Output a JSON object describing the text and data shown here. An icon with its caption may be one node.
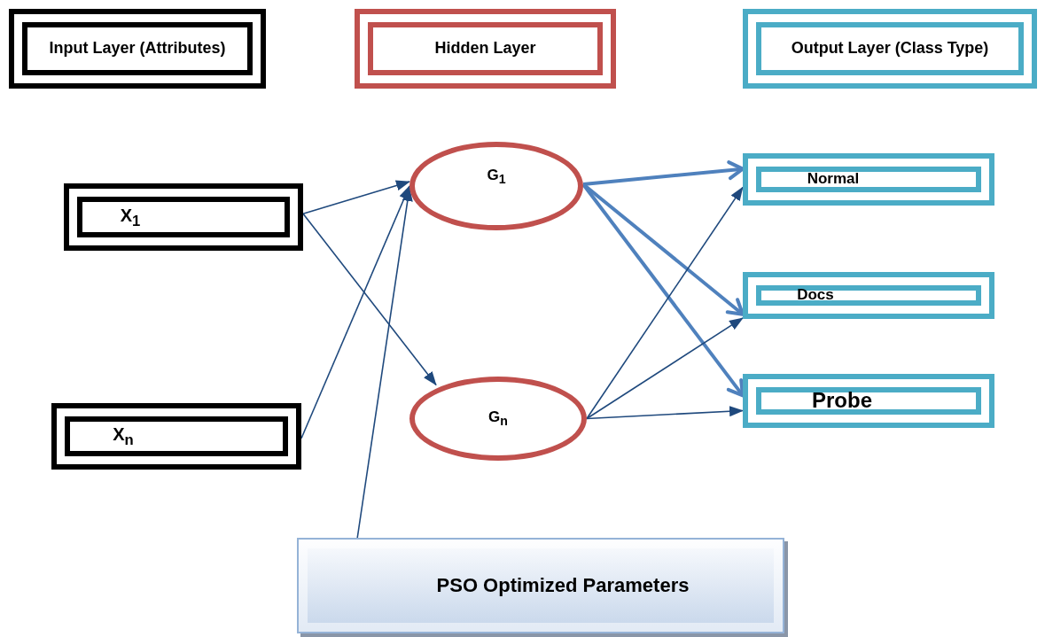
{
  "diagram": {
    "nodes": [
      {
        "text": [
          "Input Layer (Attributes)"
        ]
      },
      {
        "text": [
          "Hidden Layer"
        ]
      },
      {
        "text": [
          "Output Layer (Class Type)"
        ]
      },
      {
        "text": [
          "X$_{1}$"
        ]
      },
      {
        "text": [
          "X$_{n}$"
        ]
      },
      {
        "text": [
          "G$_{1}$"
        ]
      },
      {
        "text": [
          "G$_{n}$"
        ]
      },
      {
        "text": [
          "Normal"
        ]
      },
      {
        "text": [
          "Docs"
        ]
      },
      {
        "text": [
          "Probe"
        ]
      },
      {
        "text": [
          "PSO Optimized Parameters"
        ]
      }
    ],
    "edges": [
      {
        "from": 3,
        "to": 5,
        "arrow": "to"
      },
      {
        "from": 3,
        "to": 6,
        "arrow": "to"
      },
      {
        "from": 4,
        "to": 5,
        "arrow": "to"
      },
      {
        "from": 10,
        "to": 5,
        "arrow": "to"
      },
      {
        "from": 5,
        "to": 7,
        "arrow": "to",
        "style": "thick",
        "color": "#4f81bd"
      },
      {
        "from": 5,
        "to": 8,
        "arrow": "to",
        "style": "thick",
        "color": "#4f81bd"
      },
      {
        "from": 5,
        "to": 9,
        "arrow": "to",
        "style": "thick",
        "color": "#4f81bd"
      },
      {
        "from": 6,
        "to": 7,
        "arrow": "to"
      },
      {
        "from": 6,
        "to": 8,
        "arrow": "to"
      },
      {
        "from": 6,
        "to": 9,
        "arrow": "to"
      }
    ]
  }
}
